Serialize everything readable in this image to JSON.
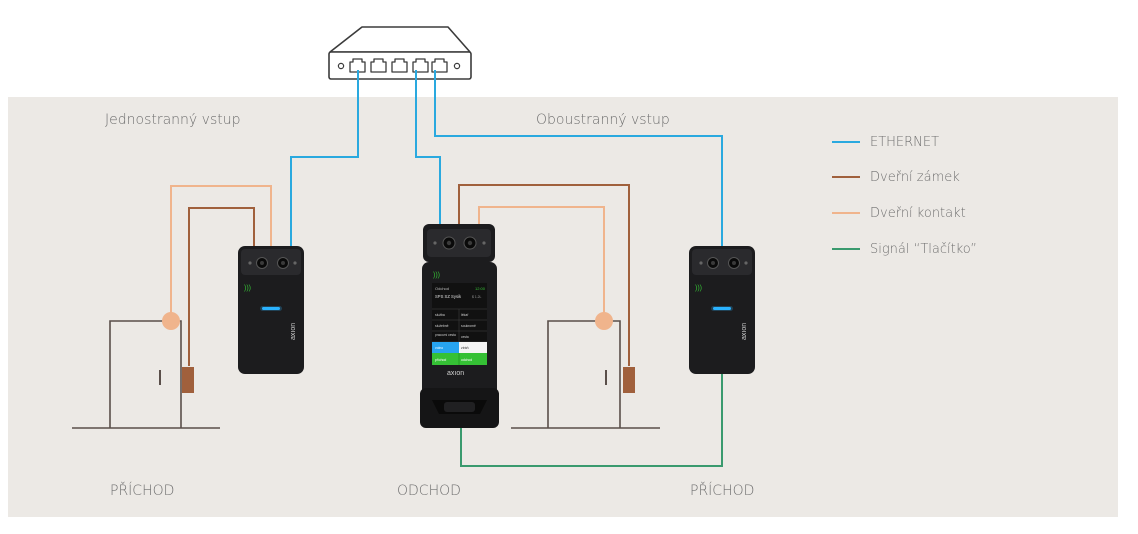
{
  "labels": {
    "single_entry": "Jednostranný vstup",
    "double_entry": "Oboustranný vstup",
    "arrival_left": "PŘÍCHOD",
    "departure": "ODCHOD",
    "arrival_right": "PŘÍCHOD"
  },
  "legend": [
    {
      "label": "ETHERNET",
      "color": "#2aa9df"
    },
    {
      "label": "Dveřní zámek",
      "color": "#a0603c"
    },
    {
      "label": "Dveřní kontakt",
      "color": "#f0b48c"
    },
    {
      "label": "Signál “Tlačítko”",
      "color": "#3a9a6e"
    }
  ],
  "colors": {
    "background_band": "#ece9e5",
    "door_outline": "#5a4f4a",
    "device_body": "#1c1c1e",
    "device_led": "#2ab2ff",
    "terminal_green": "#35c135",
    "terminal_blue": "#27a4f0"
  },
  "devices": {
    "brand": "axıon",
    "terminal_screen": {
      "header_left": "Odchod",
      "header_right": "12:00",
      "name": "SPS SZ Sysik",
      "name_suffix": "$ 1.2L",
      "buttons": [
        [
          "služba",
          "lékař"
        ],
        [
          "služebně",
          "soukromě"
        ],
        [
          "pracovní cesta",
          "cesta"
        ],
        [
          "volno",
          "ztráň"
        ],
        [
          "příchod",
          "odchod"
        ]
      ]
    }
  }
}
